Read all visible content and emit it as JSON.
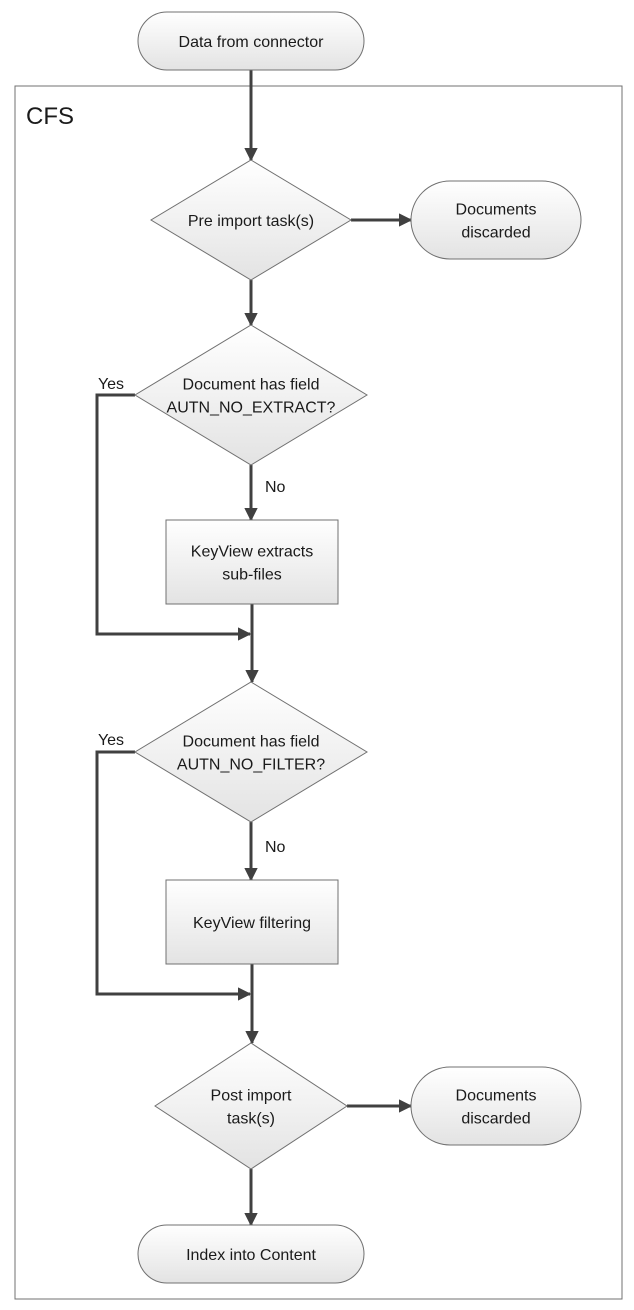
{
  "diagram": {
    "container": {
      "label": "CFS"
    },
    "nodes": [
      {
        "id": "n_connector",
        "shape": "terminator",
        "lines": [
          "Data from connector"
        ]
      },
      {
        "id": "n_pre",
        "shape": "decision",
        "lines": [
          "Pre import task(s)"
        ]
      },
      {
        "id": "n_disc1",
        "shape": "terminator",
        "lines": [
          "Documents",
          "discarded"
        ]
      },
      {
        "id": "n_noextract",
        "shape": "decision",
        "lines": [
          "Document has field",
          "AUTN_NO_EXTRACT?"
        ]
      },
      {
        "id": "n_extract",
        "shape": "process",
        "lines": [
          "KeyView extracts",
          "sub-files"
        ]
      },
      {
        "id": "n_nofilter",
        "shape": "decision",
        "lines": [
          "Document has field",
          "AUTN_NO_FILTER?"
        ]
      },
      {
        "id": "n_filter",
        "shape": "process",
        "lines": [
          "KeyView filtering"
        ]
      },
      {
        "id": "n_post",
        "shape": "decision",
        "lines": [
          "Post import",
          "task(s)"
        ]
      },
      {
        "id": "n_disc2",
        "shape": "terminator",
        "lines": [
          "Documents",
          "discarded"
        ]
      },
      {
        "id": "n_index",
        "shape": "terminator",
        "lines": [
          "Index into Content"
        ]
      }
    ],
    "edges": [
      {
        "from": "n_connector",
        "to": "n_pre",
        "label": ""
      },
      {
        "from": "n_pre",
        "to": "n_disc1",
        "label": ""
      },
      {
        "from": "n_pre",
        "to": "n_noextract",
        "label": ""
      },
      {
        "from": "n_noextract",
        "to": "n_extract",
        "label": "No"
      },
      {
        "from": "n_noextract",
        "to": "n_nofilter",
        "label": "Yes"
      },
      {
        "from": "n_extract",
        "to": "n_nofilter",
        "label": ""
      },
      {
        "from": "n_nofilter",
        "to": "n_filter",
        "label": "No"
      },
      {
        "from": "n_nofilter",
        "to": "n_post",
        "label": "Yes"
      },
      {
        "from": "n_filter",
        "to": "n_post",
        "label": ""
      },
      {
        "from": "n_post",
        "to": "n_disc2",
        "label": ""
      },
      {
        "from": "n_post",
        "to": "n_index",
        "label": ""
      }
    ]
  }
}
